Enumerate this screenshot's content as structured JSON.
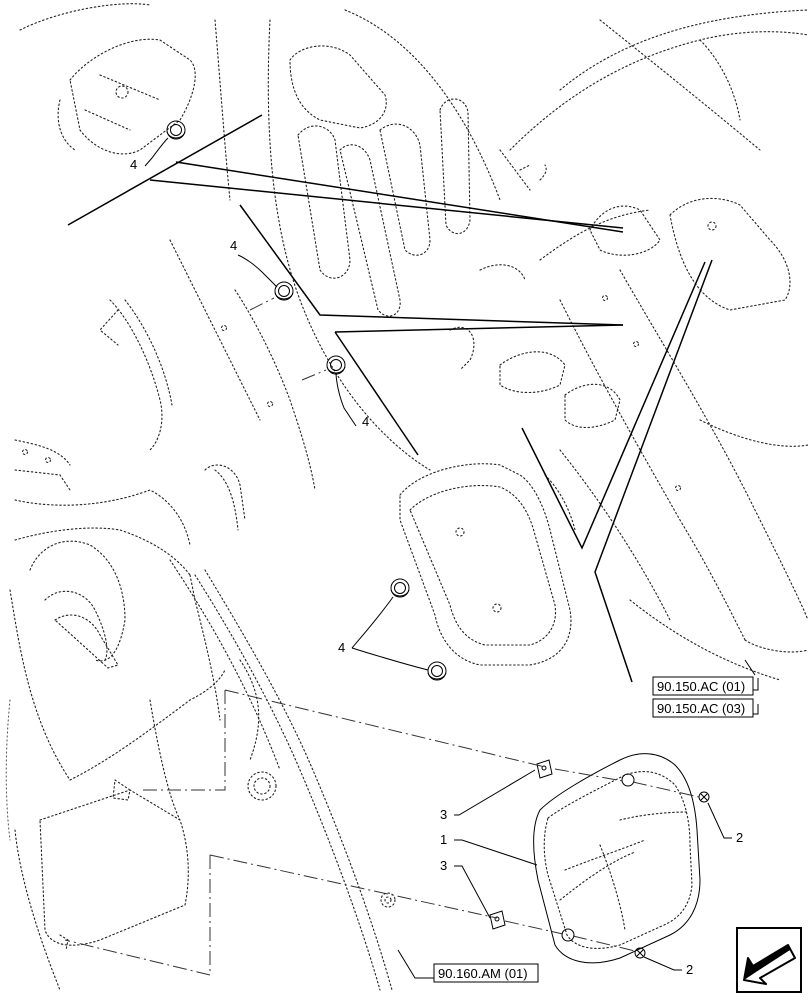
{
  "callouts": {
    "c4a": "4",
    "c4b": "4",
    "c4c": "4",
    "c4d": "4",
    "c3a": "3",
    "c3b": "3",
    "c1": "1",
    "c2a": "2",
    "c2b": "2"
  },
  "references": {
    "ref1": "90.150.AC (01)",
    "ref2": "90.150.AC (03)",
    "ref3": "90.160.AM (01)"
  },
  "icons": {
    "nav": "arrow-down-left-icon"
  },
  "colors": {
    "line": "#000000",
    "background": "#ffffff"
  }
}
